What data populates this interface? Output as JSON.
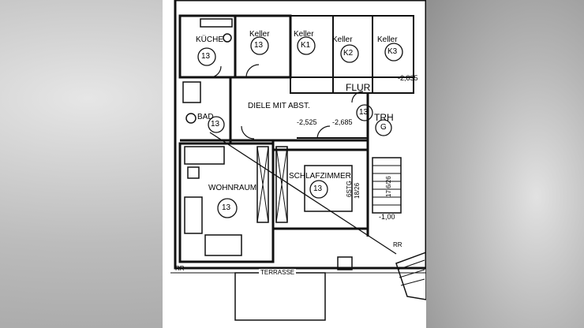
{
  "plan": {
    "rooms": {
      "kueche": {
        "name": "KÜCHE",
        "num": "13"
      },
      "keller1": {
        "name": "Keller",
        "num": "13"
      },
      "keller2": {
        "name": "Keller",
        "num": "K1"
      },
      "keller3": {
        "name": "Keller",
        "num": "K2"
      },
      "keller4": {
        "name": "Keller",
        "num": "K3"
      },
      "flur": {
        "name": "FLUR"
      },
      "diele": {
        "name": "DIELE MIT ABST.",
        "num": "13"
      },
      "bad": {
        "name": "BAD",
        "num": "13"
      },
      "trh": {
        "name": "TRH",
        "num": "G"
      },
      "wohnraum": {
        "name": "WOHNRAUM",
        "num": "13"
      },
      "schlafzimmer": {
        "name": "SCHLAFZIMMER",
        "num": "13"
      },
      "terrasse": {
        "name": "TERRASSE"
      }
    },
    "levels": {
      "l1": "-2,525",
      "l2": "-2,685",
      "l3": "-2,835",
      "l4": "-1,00"
    },
    "stair": {
      "stg": "6STG",
      "rise1": "18/26",
      "rise2": "17,6/26"
    },
    "marks": {
      "rr1": "RR",
      "rr2": "RR"
    }
  }
}
